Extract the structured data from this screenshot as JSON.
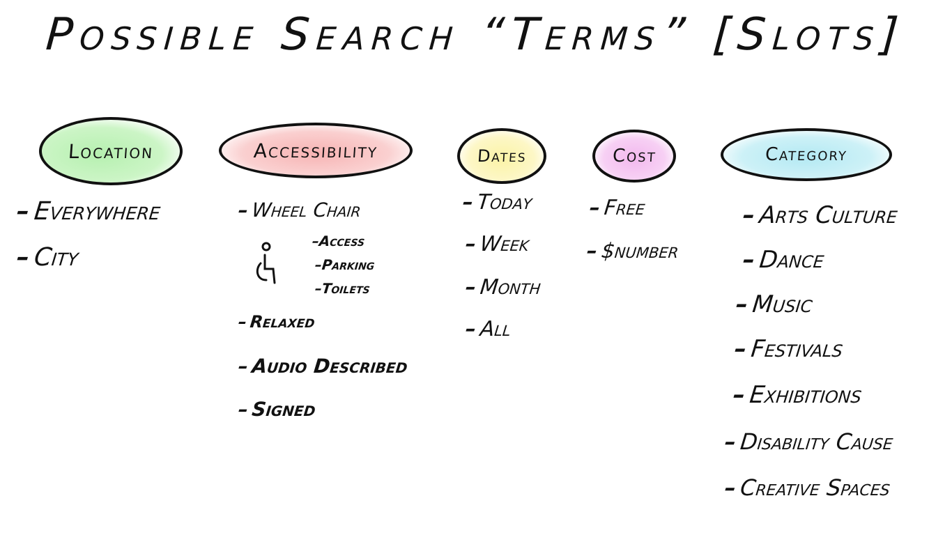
{
  "title": "Possible Search “Terms” [Slots]",
  "categories": [
    {
      "label": "Location",
      "color": "#b6f0b0",
      "items": [
        "Everywhere",
        "City"
      ]
    },
    {
      "label": "Accessibility",
      "color": "#f7b3b3",
      "items": [
        "Wheel Chair",
        "Relaxed",
        "Audio Described",
        "Signed"
      ],
      "subitems": [
        "Access",
        "Parking",
        "Toilets"
      ],
      "icon": "wheelchair-icon"
    },
    {
      "label": "Dates",
      "color": "#fbf3a6",
      "items": [
        "Today",
        "Week",
        "Month",
        "All"
      ]
    },
    {
      "label": "Cost",
      "color": "#f2b8ee",
      "items": [
        "Free",
        "$number"
      ]
    },
    {
      "label": "Category",
      "color": "#b3e9f3",
      "items": [
        "Arts Culture",
        "Dance",
        "Music",
        "Festivals",
        "Exhibitions",
        "Disability Cause",
        "Creative Spaces"
      ]
    }
  ]
}
